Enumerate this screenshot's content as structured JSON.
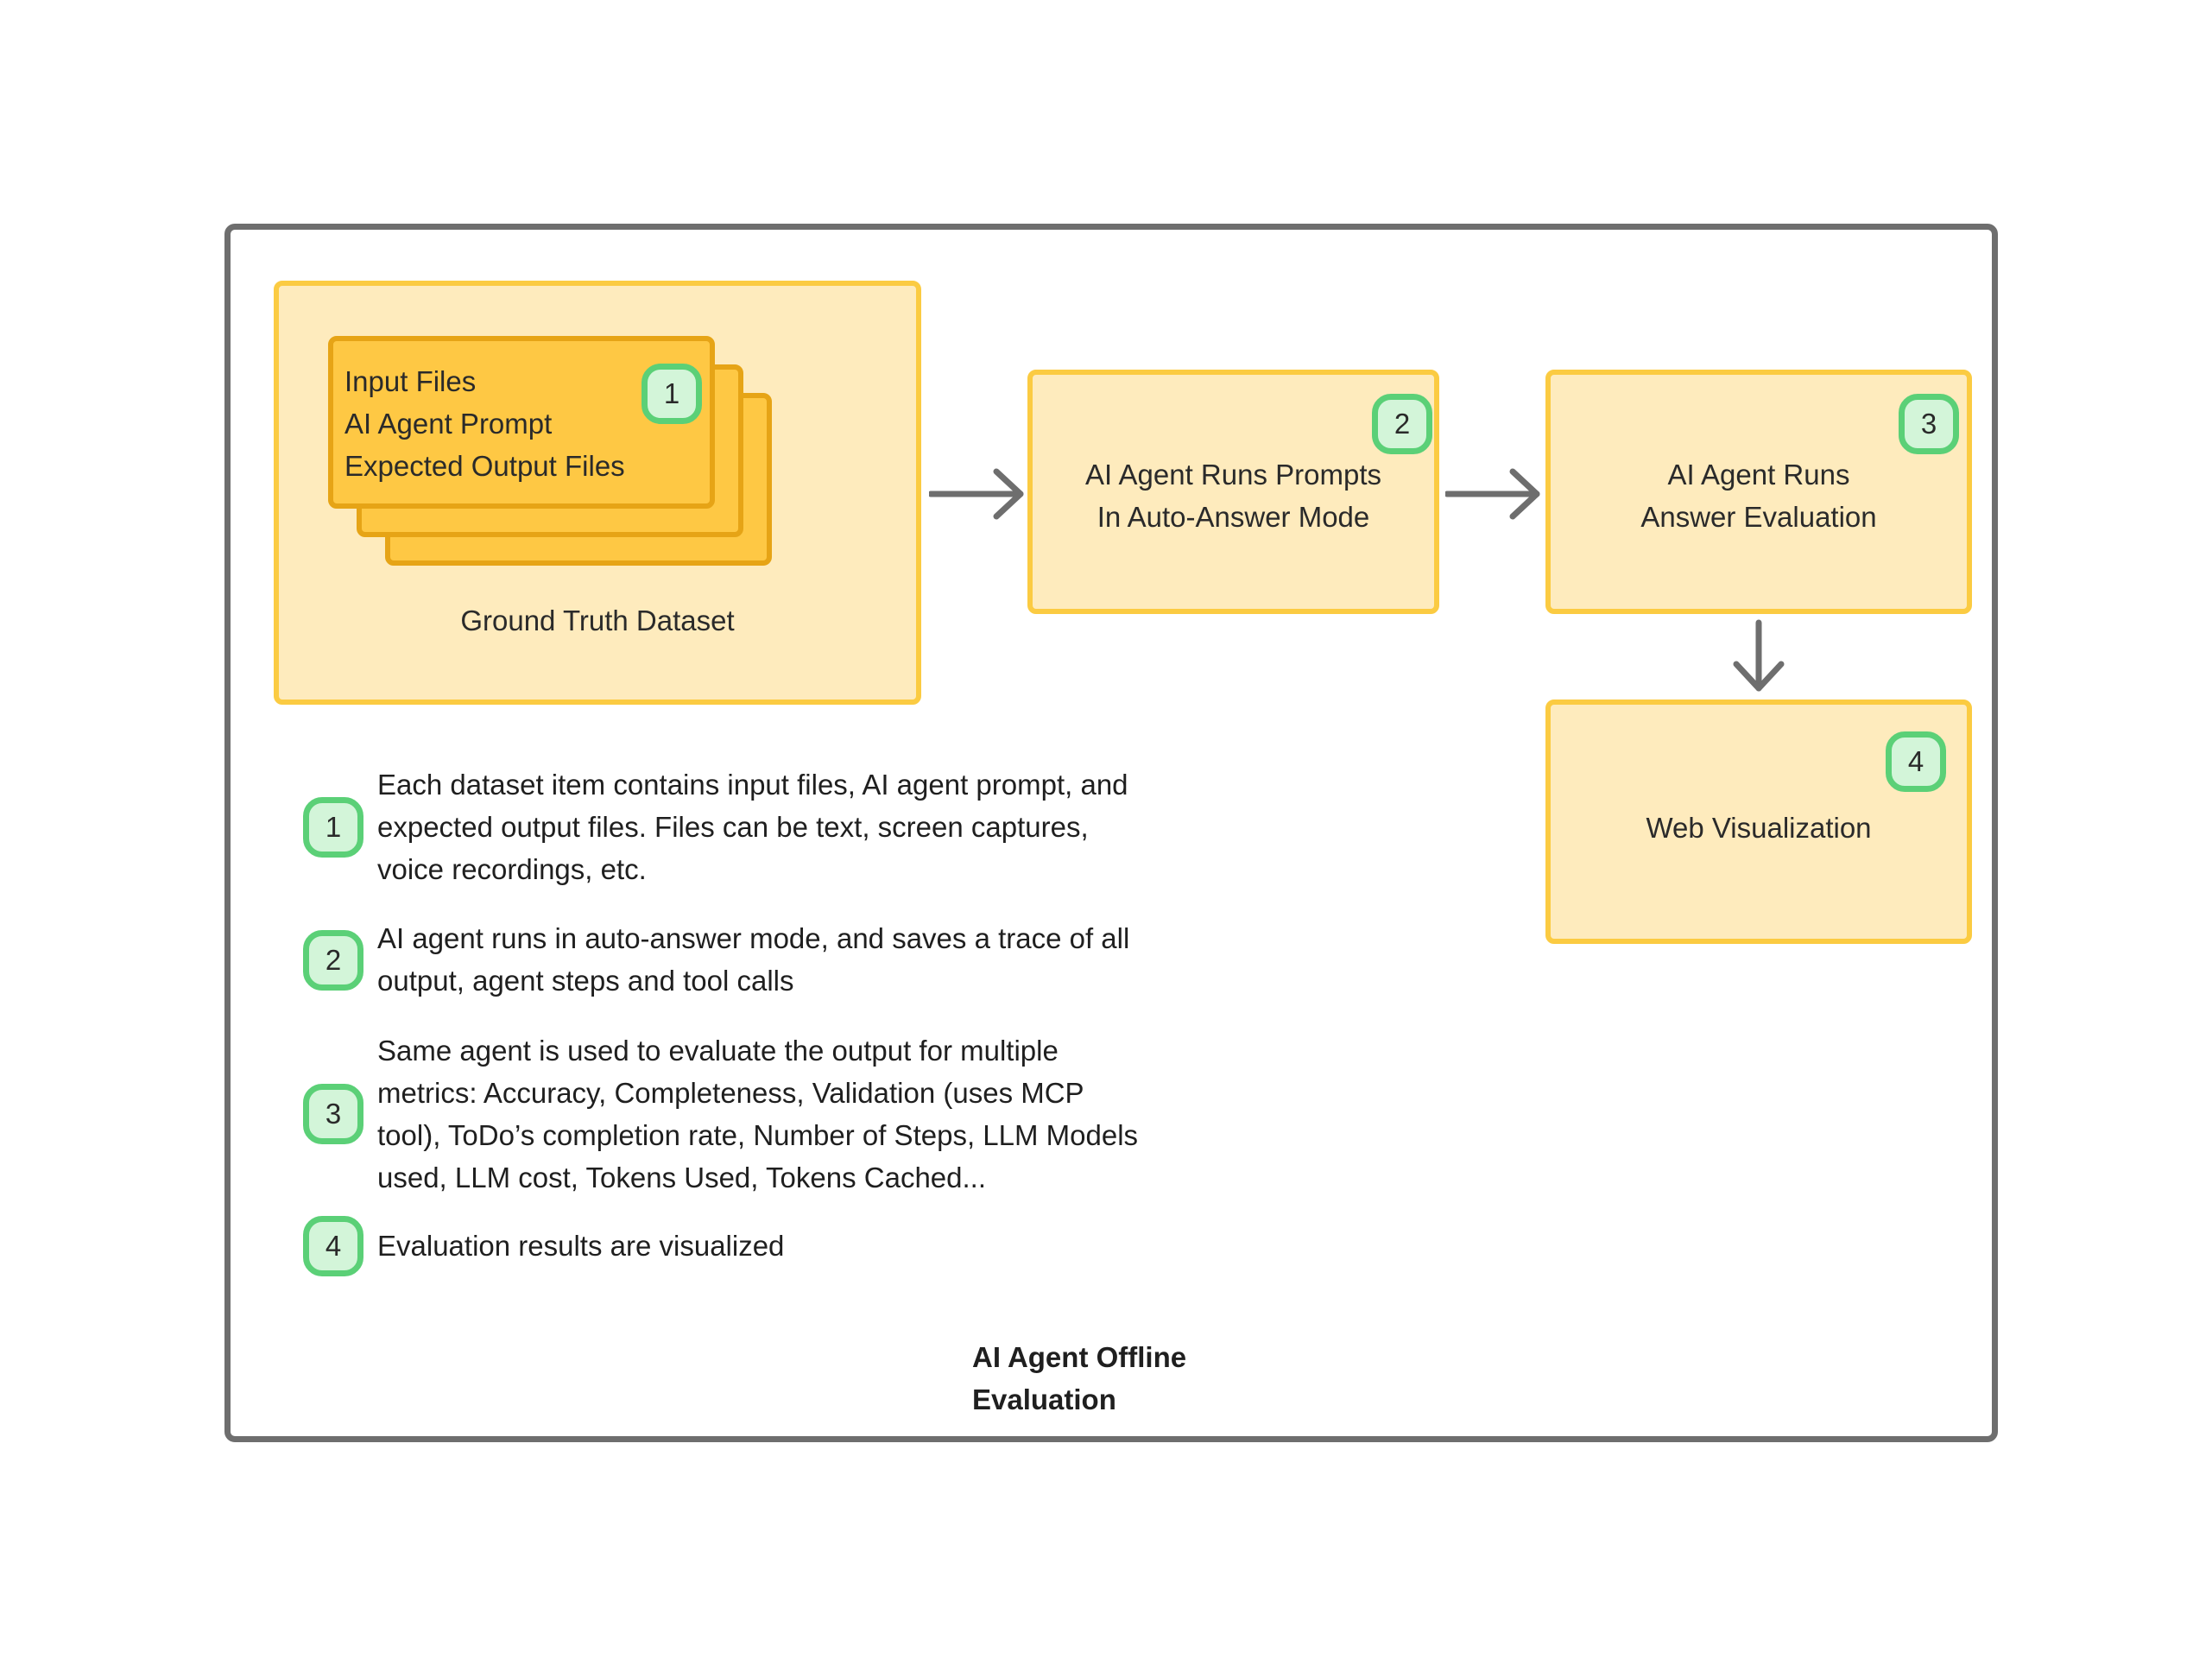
{
  "dataset": {
    "card_lines": [
      "Input Files",
      "AI Agent Prompt",
      "Expected Output Files"
    ],
    "badge": "1",
    "caption": "Ground Truth Dataset"
  },
  "step2": {
    "lines": [
      "AI Agent Runs Prompts",
      "In Auto-Answer Mode"
    ],
    "badge": "2"
  },
  "step3": {
    "lines": [
      "AI Agent Runs",
      "Answer Evaluation"
    ],
    "badge": "3"
  },
  "step4": {
    "lines": [
      "Web Visualization"
    ],
    "badge": "4"
  },
  "legend": [
    {
      "badge": "1",
      "lines": [
        "Each dataset item contains input files, AI agent prompt, and",
        "expected output files. Files can be text, screen captures,",
        "voice recordings, etc."
      ]
    },
    {
      "badge": "2",
      "lines": [
        "AI agent runs in auto-answer mode, and saves a trace of all",
        "output, agent steps and tool calls"
      ]
    },
    {
      "badge": "3",
      "lines": [
        "Same agent is used to evaluate the output for multiple",
        "metrics: Accuracy, Completeness, Validation (uses MCP",
        "tool), ToDo’s completion rate, Number of Steps, LLM Models",
        "used, LLM cost, Tokens Used, Tokens Cached..."
      ]
    },
    {
      "badge": "4",
      "lines": [
        "Evaluation results are visualized"
      ]
    }
  ],
  "title": {
    "lines": [
      "AI Agent Offline",
      "Evaluation"
    ]
  },
  "colors": {
    "box_fill": "#feebbd",
    "box_border": "#fbcb42",
    "card_fill": "#fec844",
    "card_border": "#e6a416",
    "badge_fill": "#d3f5d9",
    "badge_border": "#5bd077",
    "frame": "#6e6e6e",
    "arrow": "#6e6e6e"
  }
}
